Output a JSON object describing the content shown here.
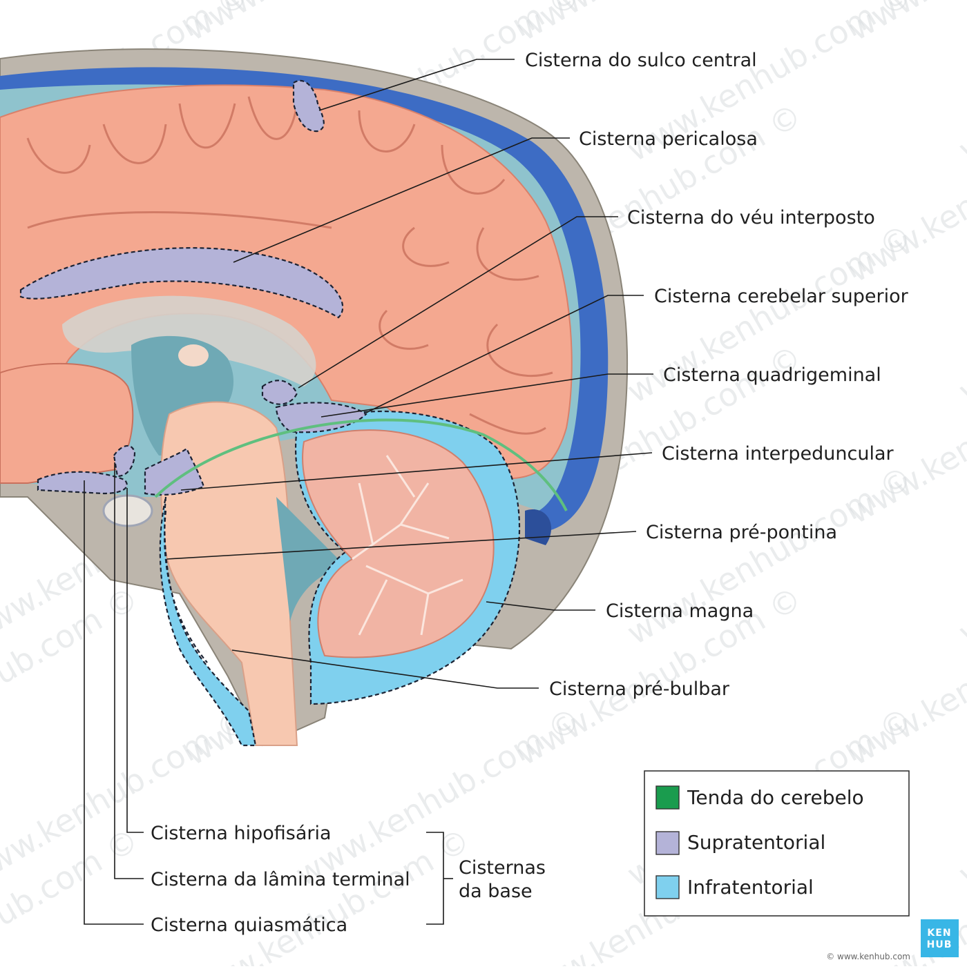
{
  "labels": {
    "cisterna_sulco_central": "Cisterna do sulco central",
    "cisterna_pericalosa": "Cisterna pericalosa",
    "cisterna_veu_interposto": "Cisterna do véu interposto",
    "cisterna_cerebelar_superior": "Cisterna cerebelar superior",
    "cisterna_quadrigeminal": "Cisterna quadrigeminal",
    "cisterna_interpeduncular": "Cisterna interpeduncular",
    "cisterna_pre_pontina": "Cisterna pré-pontina",
    "cisterna_magna": "Cisterna magna",
    "cisterna_pre_bulbar": "Cisterna pré-bulbar",
    "cisterna_hipofisaria": "Cisterna hipofisária",
    "cisterna_lamina_terminal": "Cisterna da lâmina terminal",
    "cisterna_quiasmatica": "Cisterna quiasmática"
  },
  "group": {
    "line1": "Cisternas",
    "line2": "da base"
  },
  "legend": {
    "items": [
      {
        "label": "Tenda do cerebelo",
        "color": "#1a9c4e"
      },
      {
        "label": "Supratentorial",
        "color": "#b4b3d8"
      },
      {
        "label": "Infratentorial",
        "color": "#7fd0ee"
      }
    ]
  },
  "brand": {
    "logo_line1": "KEN",
    "logo_line2": "HUB",
    "copyright": "© www.kenhub.com",
    "watermark": "www.kenhub.com ©"
  },
  "colors": {
    "skull": "#bdb6ac",
    "dura_blue": "#3d6cc4",
    "csf": "#8fc3cd",
    "cortex": "#f4a890",
    "brainstem": "#f7c8b0",
    "supratentorial": "#b4b3d8",
    "infratentorial": "#7fd0ee",
    "tentorium": "#1a9c4e",
    "logo": "#38b6e6"
  }
}
